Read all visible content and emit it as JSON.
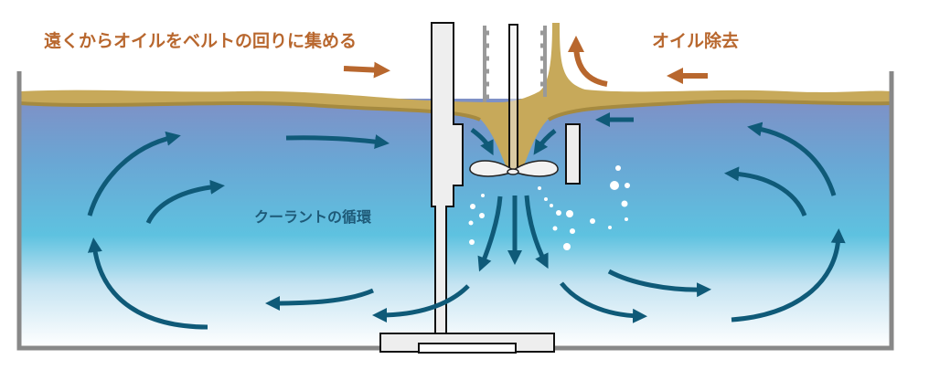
{
  "labels": {
    "collect_oil": "遠くからオイルをベルトの回りに集める",
    "oil_removal": "オイル除去",
    "coolant_circulation": "クーラントの循環"
  },
  "colors": {
    "oil": "#c7a95a",
    "oil_dark": "#a58a40",
    "arrow_orange": "#b8672e",
    "arrow_teal": "#0f5a78",
    "coolant_top": "#7f96c8",
    "coolant_mid": "#5dbedd",
    "tank": "#888888",
    "machine": "#eeeeee"
  }
}
